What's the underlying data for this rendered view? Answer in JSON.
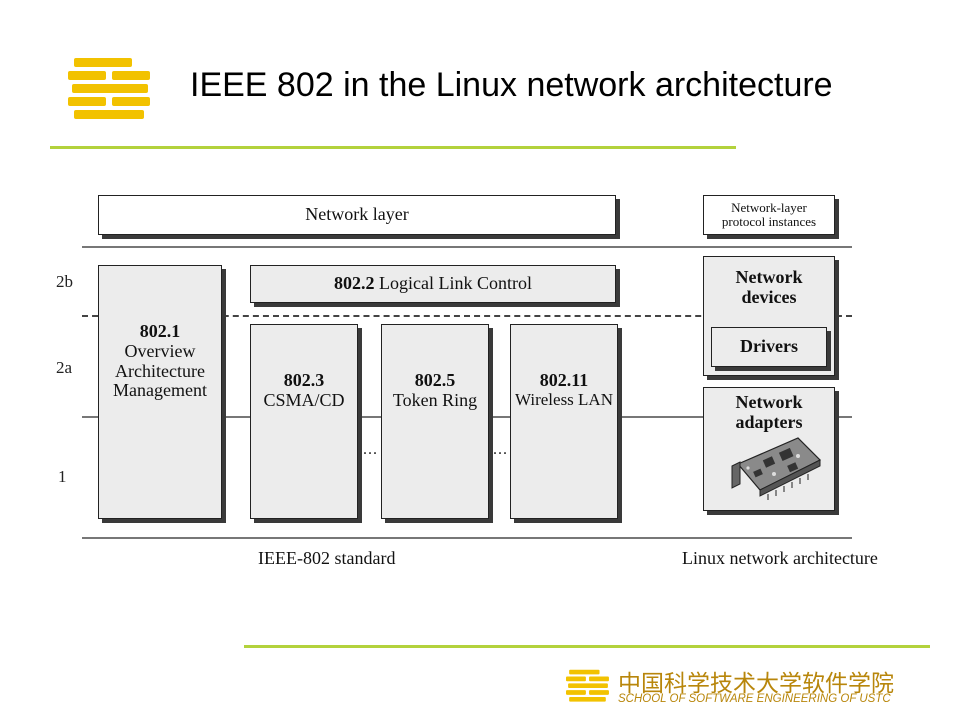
{
  "slide": {
    "title": "IEEE 802 in the Linux network architecture"
  },
  "diagram": {
    "level_labels": {
      "l2b": "2b",
      "l2a": "2a",
      "l1": "1"
    },
    "network_layer": "Network layer",
    "llc": {
      "num": "802.2",
      "text": "Logical Link Control"
    },
    "std_8021": {
      "num": "802.1",
      "lines": [
        "Overview",
        "Architecture",
        "Management"
      ]
    },
    "std_8023": {
      "num": "802.3",
      "text": "CSMA/CD"
    },
    "std_8025": {
      "num": "802.5",
      "text": "Token Ring"
    },
    "std_80211": {
      "num": "802.11",
      "text": "Wireless LAN"
    },
    "ellipsis": "...",
    "linux": {
      "protocol_instances": [
        "Network-layer",
        "protocol instances"
      ],
      "network_devices": [
        "Network",
        "devices"
      ],
      "drivers": "Drivers",
      "network_adapters": [
        "Network",
        "adapters"
      ]
    },
    "captions": {
      "left": "IEEE-802 standard",
      "right": "Linux network architecture"
    }
  },
  "footer": {
    "school_cn": "中国科学技术大学软件学院",
    "school_en": "SCHOOL OF SOFTWARE ENGINEERING OF USTC"
  },
  "colors": {
    "logo": "#f2c200",
    "rule": "#b3d23c",
    "box_fill": "#ececec"
  }
}
